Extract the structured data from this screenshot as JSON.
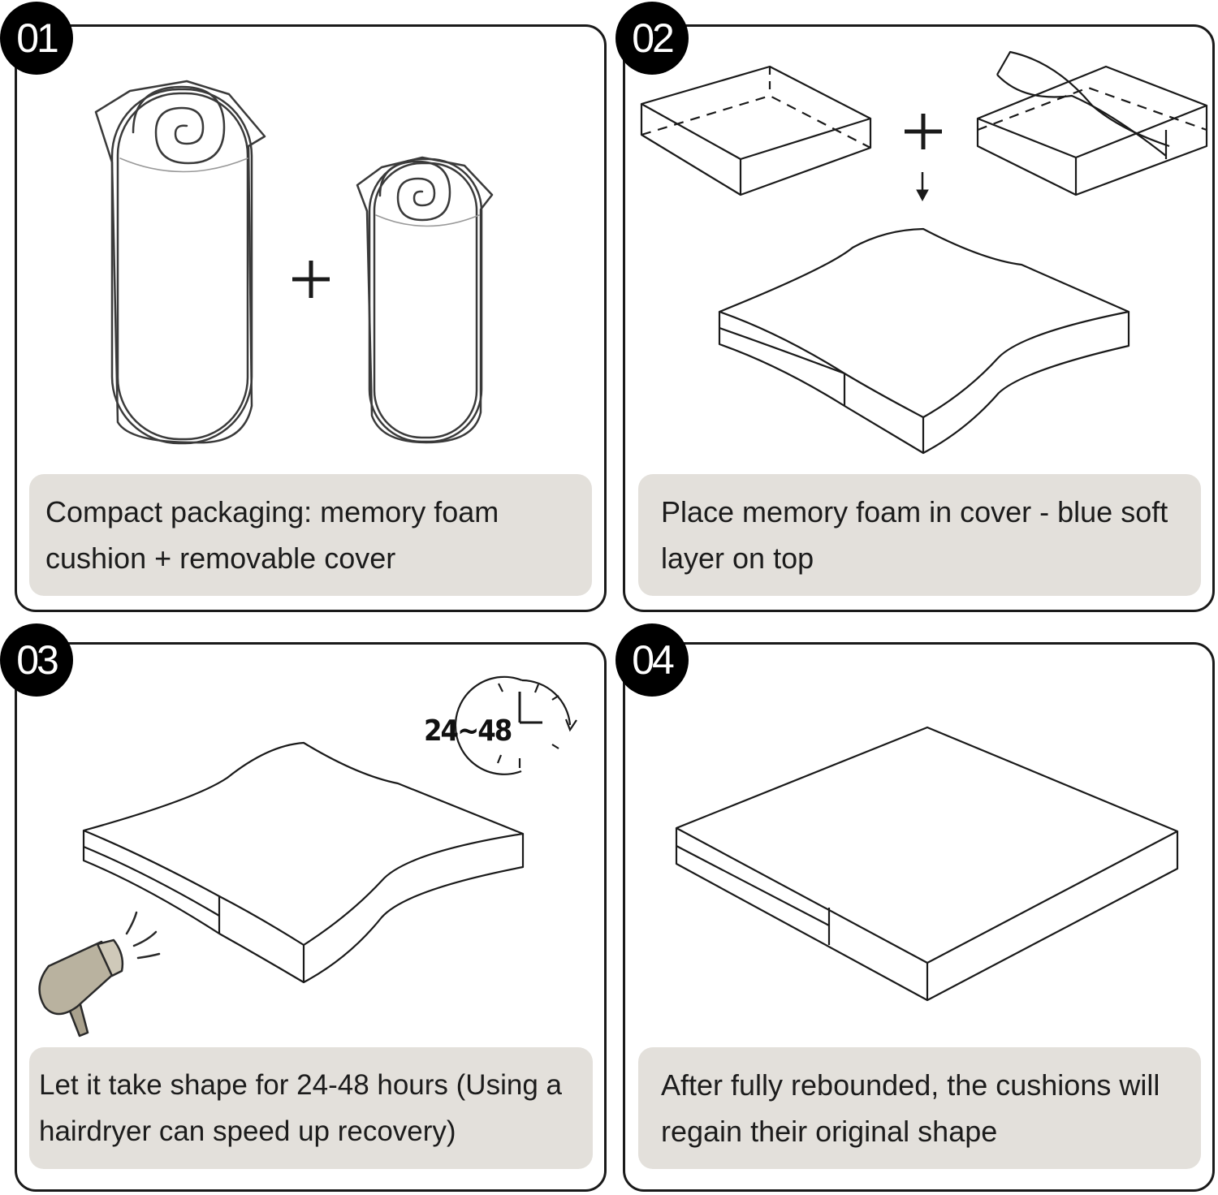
{
  "steps": [
    {
      "number": "01",
      "caption": "Compact packaging: memory foam cushion + removable cover"
    },
    {
      "number": "02",
      "caption": "Place memory foam in cover - blue soft layer on top"
    },
    {
      "number": "03",
      "caption": "Let it take shape for 24-48 hours (Using a hairdryer can speed up recovery)"
    },
    {
      "number": "04",
      "caption": "After fully rebounded, the cushions will regain their original shape"
    }
  ],
  "timer_label": "24~48",
  "colors": {
    "caption_bg": "#e3e0db",
    "badge": "#000000",
    "outline": "#1a1a1a",
    "hairdryer": "#b9b29f"
  }
}
